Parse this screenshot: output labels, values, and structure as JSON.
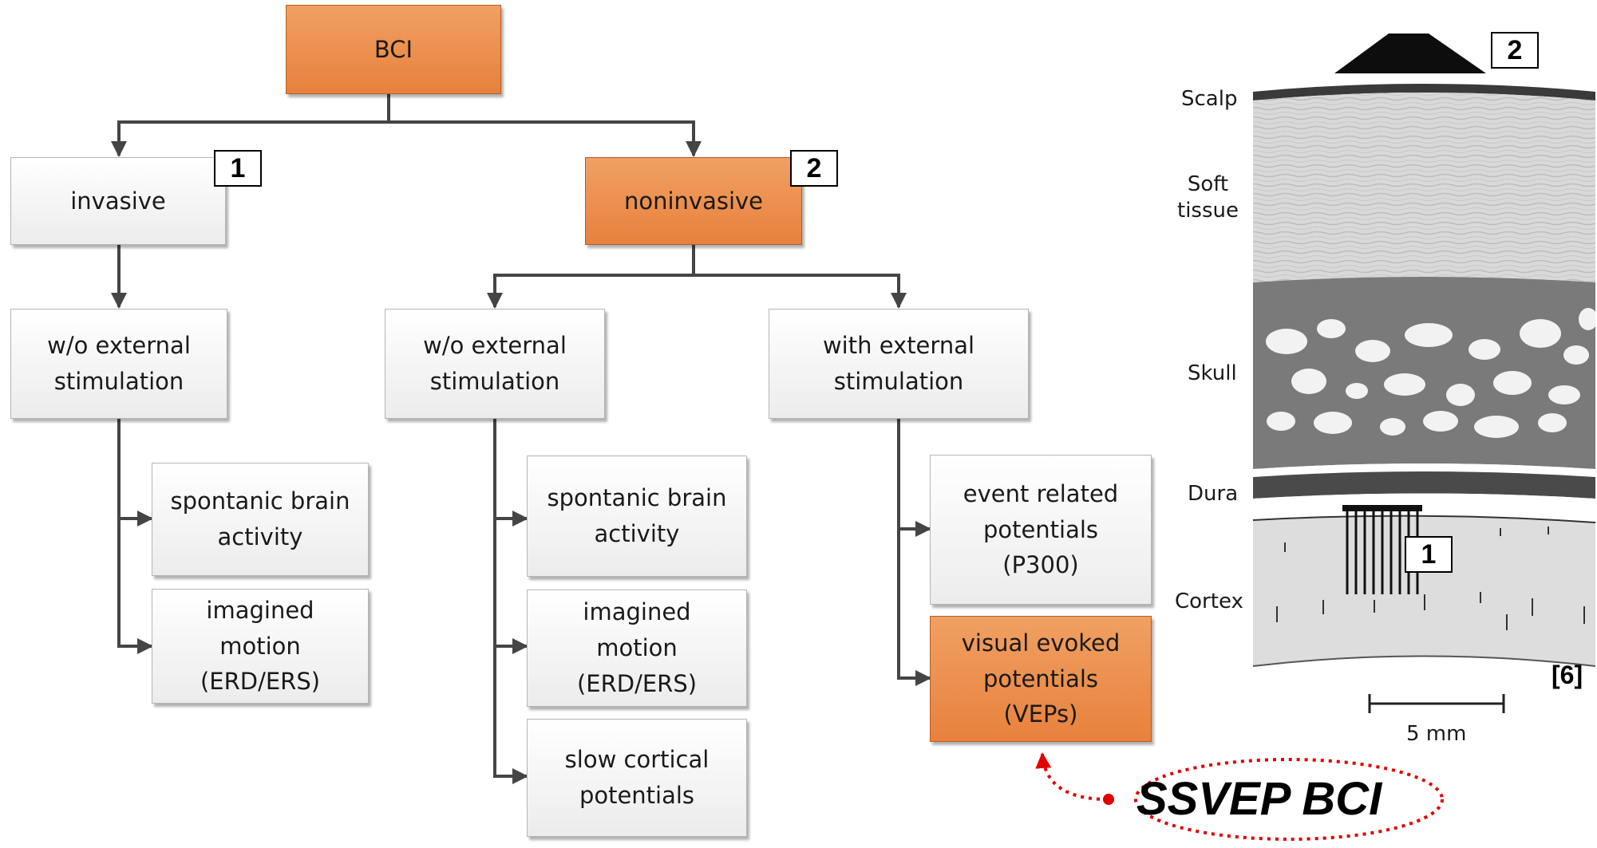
{
  "tree": {
    "root": "BCI",
    "invasive": "invasive",
    "noninvasive": "noninvasive",
    "inv_wo": "w/o external\nstimulation",
    "inv_spontanic": "spontanic brain\nactivity",
    "inv_imagined": "imagined\nmotion\n(ERD/ERS)",
    "non_wo": "w/o external\nstimulation",
    "non_with": "with external\nstimulation",
    "non_spontanic": "spontanic brain\nactivity",
    "non_imagined": "imagined\nmotion\n(ERD/ERS)",
    "non_slow": "slow cortical\npotentials",
    "erp": "event related\npotentials\n(P300)",
    "vep": "visual evoked\npotentials\n(VEPs)"
  },
  "markers": {
    "invasive": "1",
    "noninvasive": "2"
  },
  "anatomy": {
    "layers": [
      "Scalp",
      "Soft\ntissue",
      "Skull",
      "Dura",
      "Cortex"
    ],
    "marker_electrode_top": "2",
    "marker_electrode_array": "1",
    "scale_label": "5 mm",
    "citation": "[6]"
  },
  "callout": "SSVEP BCI",
  "colors": {
    "highlight": "#e8813d",
    "connector": "#454545",
    "callout": "#e00000"
  }
}
